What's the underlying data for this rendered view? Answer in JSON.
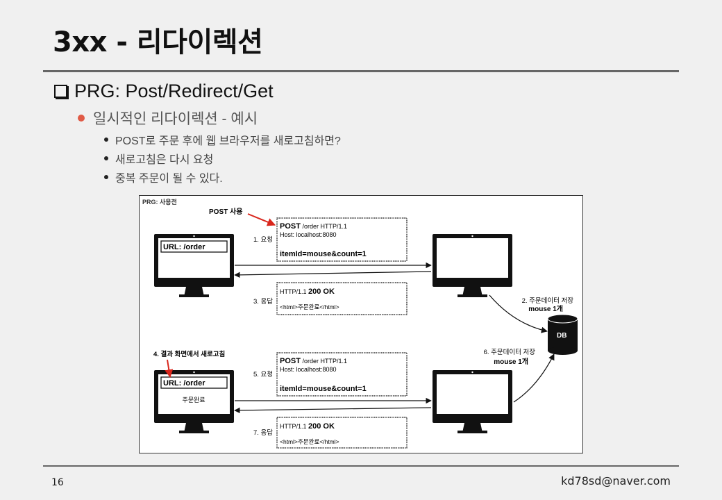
{
  "slide": {
    "title": "3xx - 리다이렉션",
    "bullet1": "PRG: Post/Redirect/Get",
    "bullet2": "일시적인 리다이렉션 - 예시",
    "sub_bullets": [
      "POST로 주문 후에 웹 브라우저를 새로고침하면?",
      "새로고침은 다시 요청",
      "중복 주문이 될 수 있다."
    ],
    "page_number": "16",
    "author_email": "kd78sd@naver.com"
  },
  "diagram": {
    "caption": "PRG: 사용전",
    "post_usage_label": "POST 사용",
    "refresh_label": "4. 결과 화면에서 새로고침",
    "browser_top_url": "URL: /order",
    "browser_bottom_url": "URL: /order",
    "browser_bottom_content": "주문완료",
    "step1": "1. 요청",
    "step3": "3. 응답",
    "step5": "5. 요청",
    "step7": "7. 응답",
    "step2_line1": "2. 주문데이터 저장",
    "step2_line2": "mouse 1개",
    "step6_line1": "6. 주문데이터 저장",
    "step6_line2": "mouse 1개",
    "db_label": "DB",
    "req1": {
      "method": "POST",
      "path": " /order HTTP/1.1",
      "host": "Host: localhost:8080",
      "body": "itemId=mouse&count=1"
    },
    "res1": {
      "status_prefix": "HTTP/1.1 ",
      "status_code": "200 OK",
      "body": "<html>주문완료</html>"
    },
    "req2": {
      "method": "POST",
      "path": " /order HTTP/1.1",
      "host": "Host: localhost:8080",
      "body": "itemId=mouse&count=1"
    },
    "res2": {
      "status_prefix": "HTTP/1.1 ",
      "status_code": "200 OK",
      "body": "<html>주문완료</html>"
    }
  },
  "colors": {
    "accent_bullet": "#e05a46",
    "red_arrow": "#d9261c"
  }
}
